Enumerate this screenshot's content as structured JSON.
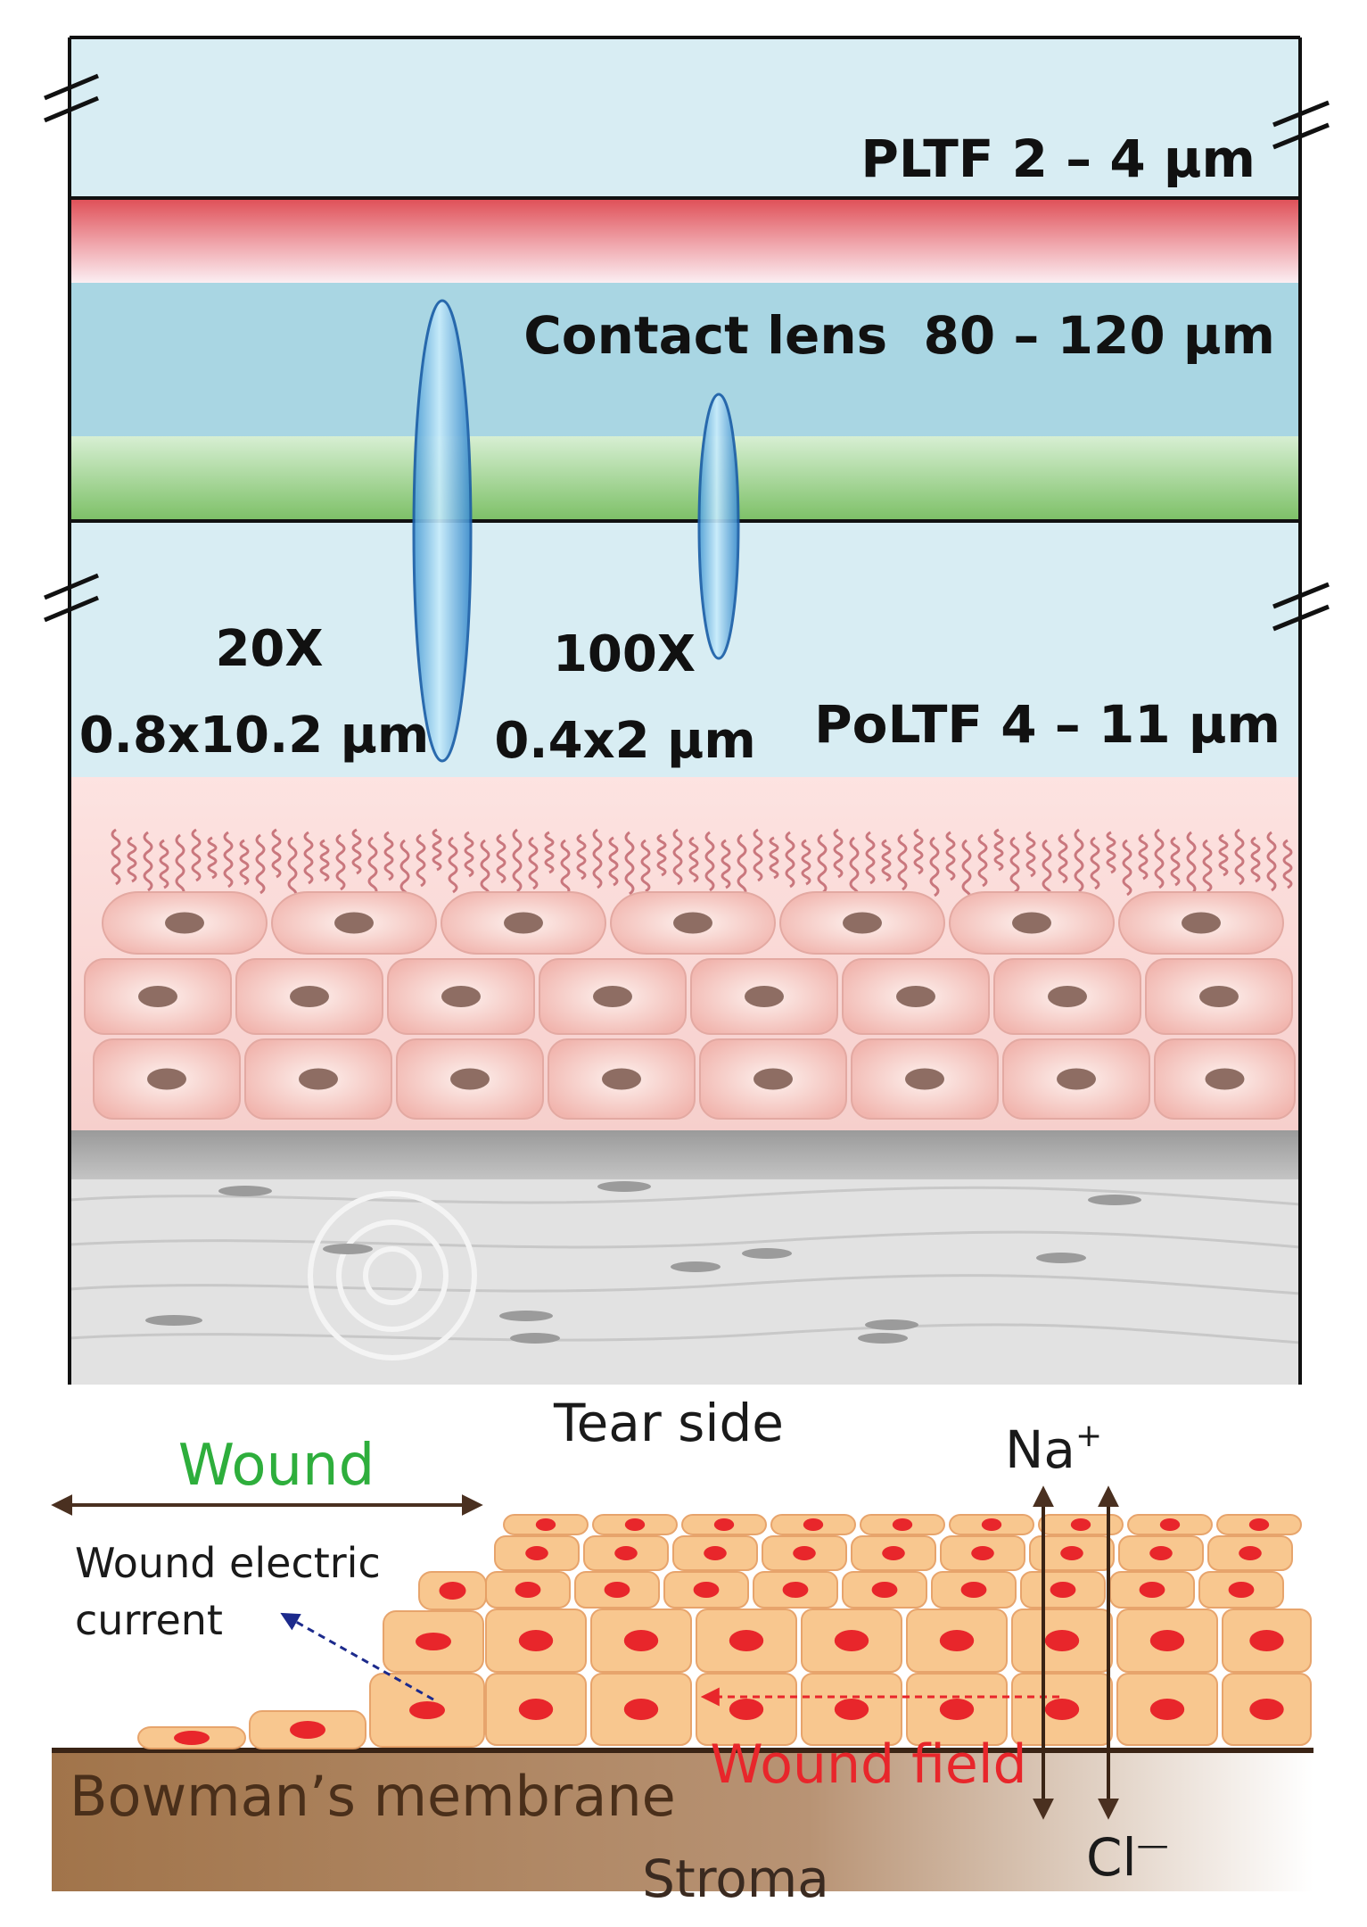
{
  "top_panel": {
    "pltf_label": "PLTF 2 – 4 μm",
    "contact_lens_label": "Contact lens  80 – 120 μm",
    "poltf_label": "PoLTF 4 – 11 μm",
    "obj_20x_mag": "20X",
    "obj_20x_size": "0.8x10.2 μm",
    "obj_100x_mag": "100X",
    "obj_100x_size": "0.4x2 μm"
  },
  "bottom_panel": {
    "tear_side_label": "Tear side",
    "wound_label": "Wound",
    "wound_current_line1": "Wound electric",
    "wound_current_line2": "current",
    "na_label": "Na",
    "na_sup": "+",
    "cl_label": "Cl",
    "cl_sup": "—",
    "wound_field_label": "Wound field",
    "bowman_label": "Bowman’s membrane",
    "stroma_label": "Stroma"
  },
  "colors": {
    "tear_film": "#d8edf3",
    "contact_lens": "#a9d6e3",
    "red_band": "#e05a5f",
    "green_band": "#8cc97a",
    "wound_green": "#2eae3c",
    "wound_field_red": "#e8262b",
    "bowman_brown": "#a57a4e",
    "cell_orange": "#f8c58a"
  }
}
